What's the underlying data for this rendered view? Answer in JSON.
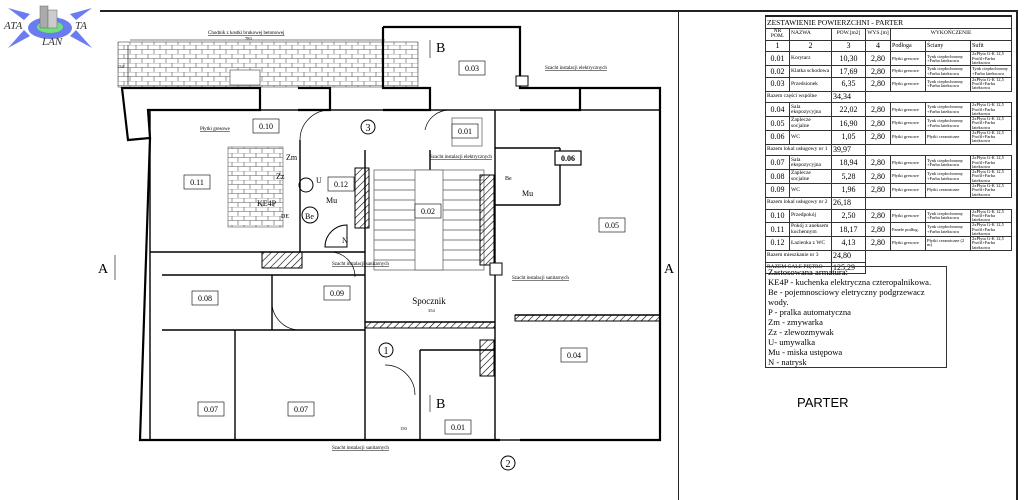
{
  "logo": {
    "left": "ATA",
    "right": "TA",
    "bottom": "LAN"
  },
  "plan": {
    "rooms": [
      {
        "id": "0.11"
      },
      {
        "id": "0.10"
      },
      {
        "id": "0.12"
      },
      {
        "id": "0.02"
      },
      {
        "id": "0.01"
      },
      {
        "id": "0.03"
      },
      {
        "id": "0.06"
      },
      {
        "id": "0.05"
      },
      {
        "id": "0.08"
      },
      {
        "id": "0.09"
      },
      {
        "id": "0.07"
      },
      {
        "id": "0.07"
      },
      {
        "id": "0.01"
      },
      {
        "id": "0.04"
      }
    ],
    "landing": "Spocznik",
    "annotations": {
      "sidewalk": "Chodnik z kostki brukowej betonowej",
      "tiles": "Płytki gresowe",
      "elec_shaft_top": "Szacht instalacji elektrycznych",
      "elec_shaft_mid": "Szacht instalacji elektrycznych",
      "san_shaft_1": "Szacht instalacji sanitarnych",
      "san_shaft_2": "Szacht instalacji sanitarnych",
      "san_shaft_3": "Szacht instalacji sanitarnych"
    },
    "sections": {
      "a_left": "A",
      "a_right": "A",
      "b_top": "B",
      "b_bottom": "B"
    },
    "axes": {
      "n3": "3",
      "n1": "1",
      "n2": "2"
    },
    "fixtures": {
      "zm": "Zm",
      "zz": "Zz",
      "u": "U",
      "ke4p": "KE4P",
      "de": "DE",
      "be": "Be",
      "mu": "Mu",
      "n": "N",
      "mu2": "Mu",
      "be2": "Be"
    },
    "dims": {
      "d783": "783",
      "d154": "154",
      "d150": "150",
      "d354": "354"
    }
  },
  "table": {
    "title": "ZESTAWIENIE POWIERZCHNI - PARTER",
    "headers": {
      "nr": "NR POM.",
      "name": "NAZWA",
      "area": "POW.[m2]",
      "height": "WYS.[m]",
      "finish": "WYKOŃCZENIE"
    },
    "numbers": [
      "1",
      "2",
      "3",
      "4",
      "Podłoga",
      "Ściany",
      "Sufit"
    ],
    "rows": [
      {
        "nr": "0.01",
        "name": "Korytarz",
        "area": "10,30",
        "h": "2,80",
        "floor": "Płytki gresowe",
        "walls": "Tynk ciepłochronny +Farba lateksowa",
        "ceiling": "2xPłyta G-K 12,5 Profil+Farba lateksowa"
      },
      {
        "nr": "0.02",
        "name": "Klatka schodowa",
        "area": "17,69",
        "h": "2,80",
        "floor": "Płytki gresowe",
        "walls": "Tynk ciepłochronny +Farba lateksowa",
        "ceiling": "Tynk ciepłochronny +Farba lateksowa"
      },
      {
        "nr": "0.03",
        "name": "Przedsionek",
        "area": "6,35",
        "h": "2,80",
        "floor": "Płytki gresowe",
        "walls": "Tynk ciepłochronny +Farba lateksowa",
        "ceiling": "2xPłyta G-K 12,5 Profil+Farba lateksowa"
      },
      {
        "sum": "Razem części wspólne",
        "area": "34,34"
      },
      {
        "nr": "0.04",
        "name": "Sala ekspozycyjna",
        "area": "22,02",
        "h": "2,80",
        "floor": "Płytki gresowe",
        "walls": "Tynk ciepłochronny +Farba lateksowa",
        "ceiling": "2xPłyta G-K 12,5 Profil+Farba lateksowa"
      },
      {
        "nr": "0.05",
        "name": "Zaplecze socjalne",
        "area": "16,90",
        "h": "2,80",
        "floor": "Płytki gresowe",
        "walls": "Tynk ciepłochronny +Farba lateksowa",
        "ceiling": "2xPłyta G-K 12,5 Profil+Farba lateksowa"
      },
      {
        "nr": "0.06",
        "name": "WC",
        "area": "1,05",
        "h": "2,80",
        "floor": "Płytki gresowe",
        "walls": "Płytki ceramiczne",
        "ceiling": "2xPłyta G-K 12,5 Profil+Farba lateksowa"
      },
      {
        "sum": "Razem lokal usługowy nr 1",
        "area": "39,97"
      },
      {
        "nr": "0.07",
        "name": "Sala ekspozycyjna",
        "area": "18,94",
        "h": "2,80",
        "floor": "Płytki gresowe",
        "walls": "Tynk ciepłochronny +Farba lateksowa",
        "ceiling": "2xPłyta G-K 12,5 Profil+Farba lateksowa"
      },
      {
        "nr": "0.08",
        "name": "Zaplecze socjalne",
        "area": "5,28",
        "h": "2,80",
        "floor": "Płytki gresowe",
        "walls": "Tynk ciepłochronny +Farba lateksowa",
        "ceiling": "2xPłyta G-K 12,5 Profil+Farba lateksowa"
      },
      {
        "nr": "0.09",
        "name": "WC",
        "area": "1,96",
        "h": "2,80",
        "floor": "Płytki gresowe",
        "walls": "Płytki ceramiczne",
        "ceiling": "2xPłyta G-K 12,5 Profil+Farba lateksowa"
      },
      {
        "sum": "Razem lokal usługowy nr 2",
        "area": "26,18"
      },
      {
        "nr": "0.10",
        "name": "Przedpokój",
        "area": "2,50",
        "h": "2,80",
        "floor": "Płytki gresowe",
        "walls": "Tynk ciepłochronny +Farba lateksowa",
        "ceiling": "2xPłyta G-K 12,5 Profil+Farba lateksowa"
      },
      {
        "nr": "0.11",
        "name": "Pokój z aneksem kuchennym",
        "area": "18,17",
        "h": "2,80",
        "floor": "Panele podłog.",
        "walls": "Tynk ciepłochronny +Farba lateksowa",
        "ceiling": "2xPłyta G-K 12,5 Profil+Farba lateksowa"
      },
      {
        "nr": "0.12",
        "name": "Łazienka z WC",
        "area": "4,13",
        "h": "2,80",
        "floor": "Płytki gresowe",
        "walls": "Płytki ceramiczne (2 m)",
        "ceiling": "2xPłyta G-K 12,5 Profil+Farba lateksowa"
      },
      {
        "sum": "Razem mieszkanie nr 3",
        "area": "24,80"
      },
      {
        "sum": "RAZEM CAŁE PIĘTRO",
        "area": "125,29"
      }
    ]
  },
  "legend": [
    "Zastosowana armatura:",
    "KE4P - kuchenka elektryczna czteropalnikowa.",
    "Be - pojemnosciowy eletryczny podgrzewacz wody.",
    "P - pralka automatyczna",
    "Zm - zmywarka",
    "Zz - zlewozmywak",
    "U- umywalka",
    "Mu - miska ustępowa",
    "N - natrysk"
  ],
  "sheet_label": "PARTER"
}
